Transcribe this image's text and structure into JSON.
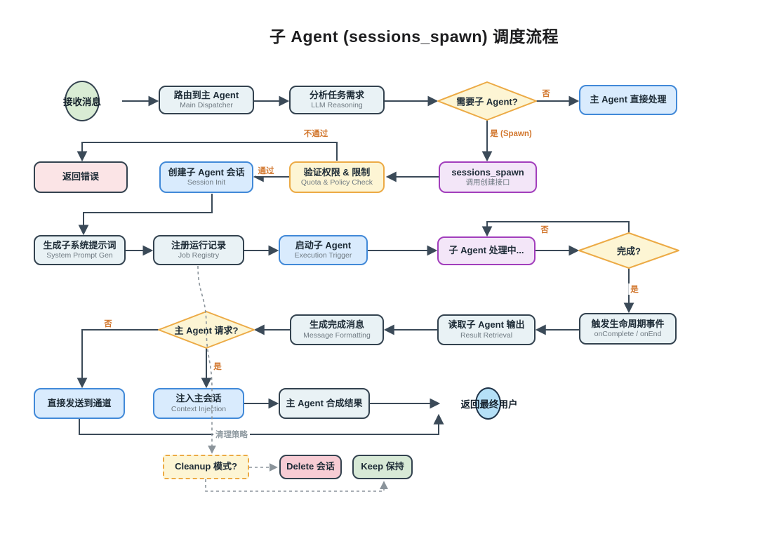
{
  "title": "子 Agent (sessions_spawn) 调度流程",
  "diagram": {
    "type": "flowchart",
    "nodes": {
      "start": {
        "label": "接收消息",
        "shape": "ellipse",
        "color": "green"
      },
      "route": {
        "label": "路由到主 Agent",
        "sublabel": "Main Dispatcher",
        "color": "default"
      },
      "analyze": {
        "label": "分析任务需求",
        "sublabel": "LLM Reasoning",
        "color": "default"
      },
      "need_sub": {
        "label": "需要子 Agent?",
        "shape": "diamond",
        "color": "yellow"
      },
      "direct": {
        "label": "主 Agent 直接处理",
        "color": "blue"
      },
      "spawn": {
        "label": "sessions_spawn",
        "sublabel": "调用创建接口",
        "color": "purple"
      },
      "validate": {
        "label": "验证权限 & 限制",
        "sublabel": "Quota & Policy Check",
        "color": "yellow"
      },
      "create": {
        "label": "创建子 Agent 会话",
        "sublabel": "Session Init",
        "color": "blue"
      },
      "error": {
        "label": "返回错误",
        "color": "pink-light"
      },
      "sysprompt": {
        "label": "生成子系统提示词",
        "sublabel": "System Prompt Gen",
        "color": "default"
      },
      "registry": {
        "label": "注册运行记录",
        "sublabel": "Job Registry",
        "color": "default"
      },
      "exec": {
        "label": "启动子 Agent",
        "sublabel": "Execution Trigger",
        "color": "blue"
      },
      "processing": {
        "label": "子 Agent 处理中...",
        "color": "purple"
      },
      "done": {
        "label": "完成?",
        "shape": "diamond",
        "color": "yellow"
      },
      "lifecycle": {
        "label": "触发生命周期事件",
        "sublabel": "onComplete / onEnd",
        "color": "default"
      },
      "read": {
        "label": "读取子 Agent 输出",
        "sublabel": "Result Retrieval",
        "color": "default"
      },
      "msgfmt": {
        "label": "生成完成消息",
        "sublabel": "Message Formatting",
        "color": "default"
      },
      "mainreq": {
        "label": "主 Agent 请求?",
        "shape": "diamond",
        "color": "yellow"
      },
      "sendchan": {
        "label": "直接发送到通道",
        "color": "blue"
      },
      "inject": {
        "label": "注入主会话",
        "sublabel": "Context Injection",
        "color": "blue"
      },
      "synth": {
        "label": "主 Agent 合成结果",
        "color": "default"
      },
      "end": {
        "label": "返回最终用户",
        "shape": "ellipse",
        "color": "blue"
      },
      "cleanup": {
        "label": "Cleanup 模式?",
        "color": "yellow-dashed"
      },
      "delete": {
        "label": "Delete 会话",
        "color": "pink"
      },
      "keep": {
        "label": "Keep 保持",
        "color": "green"
      }
    },
    "edge_labels": {
      "no_a": "否",
      "yes_spawn": "是 (Spawn)",
      "pass": "通过",
      "fail": "不通过",
      "no_b": "否",
      "yes_b": "是",
      "no_c": "否",
      "yes_c": "是",
      "cleanup_policy": "清理策略"
    },
    "colors": {
      "line": "#3b4a58",
      "dashed_line": "#8b949b",
      "edge_label": "#d2772e",
      "yellow_border": "#ecaa45",
      "blue_border": "#4189d8",
      "purple_border": "#a23ebc",
      "dark_border": "#33424f"
    }
  }
}
